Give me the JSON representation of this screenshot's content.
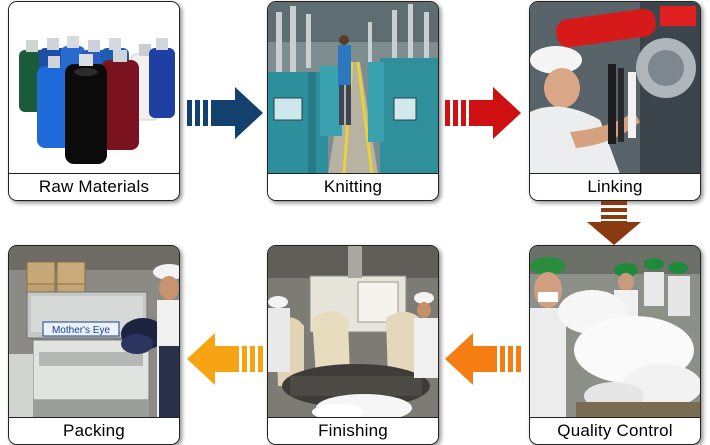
{
  "steps": [
    {
      "id": "raw",
      "label": "Raw Materials"
    },
    {
      "id": "knit",
      "label": "Knitting"
    },
    {
      "id": "link",
      "label": "Linking"
    },
    {
      "id": "qc",
      "label": "Quality Control"
    },
    {
      "id": "fin",
      "label": "Finishing"
    },
    {
      "id": "pack",
      "label": "Packing"
    }
  ],
  "machine_sign": "Mother's Eye",
  "arrows": [
    {
      "from": "Raw Materials",
      "to": "Knitting",
      "direction": "right",
      "color": "#13406f"
    },
    {
      "from": "Knitting",
      "to": "Linking",
      "direction": "right",
      "color": "#cf1010"
    },
    {
      "from": "Linking",
      "to": "Quality Control",
      "direction": "down",
      "color": "#8a3a0e"
    },
    {
      "from": "Quality Control",
      "to": "Finishing",
      "direction": "left",
      "color": "#f57d12"
    },
    {
      "from": "Finishing",
      "to": "Packing",
      "direction": "left",
      "color": "#f7a414"
    }
  ]
}
